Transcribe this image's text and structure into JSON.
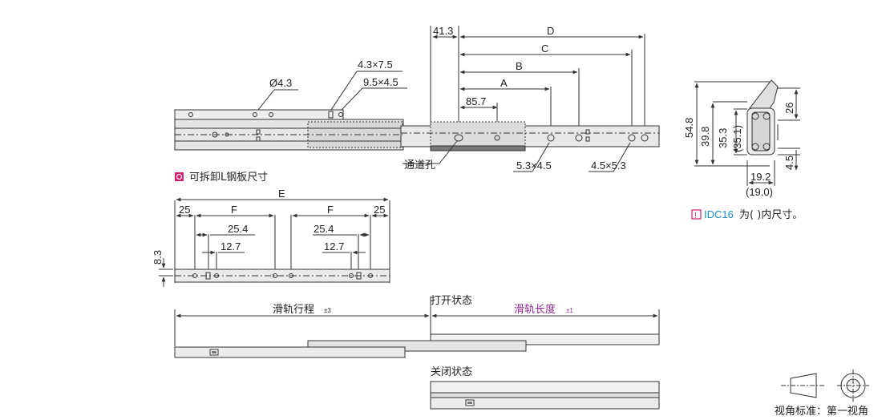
{
  "colors": {
    "line": "#333333",
    "rail_fill": "#e3e3e3",
    "rail_inner": "#cfcfcf",
    "accent_pink": "#d0206e",
    "accent_cyan": "#1a8fc4",
    "accent_purple": "#8e2b8f"
  },
  "top_view": {
    "dims": {
      "d41_3": "41.3",
      "D": "D",
      "C": "C",
      "B": "B",
      "A": "A",
      "d85_7": "85.7",
      "phi4_3": "Ø4.3",
      "s4_3x7_5": "4.3×7.5",
      "s9_5x4_5": "9.5×4.5",
      "s5_3x4_5": "5.3×4.5",
      "s4_5x5_3": "4.5×5.3"
    },
    "channel_hole": "通道孔"
  },
  "section_view": {
    "d54_8": "54.8",
    "d39_8": "39.8",
    "d35_3": "35.3",
    "d35_1": "(35.1)",
    "d26": "26",
    "d4_5": "4.5",
    "d19_2": "19.2",
    "d19_0": "(19.0)",
    "note_icon": "!",
    "note_code": "IDC16",
    "note_text": "为( )内尺寸。"
  },
  "removable_plate": {
    "title": "可拆卸L钢板尺寸",
    "E": "E",
    "d25_left": "25",
    "F_left": "F",
    "F_right": "F",
    "d25_right": "25",
    "d25_4_left": "25.4",
    "d25_4_right": "25.4",
    "d12_7_left": "12.7",
    "d12_7_right": "12.7",
    "d8_3": "8.3"
  },
  "travel": {
    "stroke_label": "滑轨行程",
    "stroke_tol": "±3",
    "open_state": "打开状态",
    "length_label": "滑轨长度",
    "length_tol": "±1",
    "closed_state": "关闭状态"
  },
  "projection": {
    "label": "视角标准：第一视角"
  }
}
